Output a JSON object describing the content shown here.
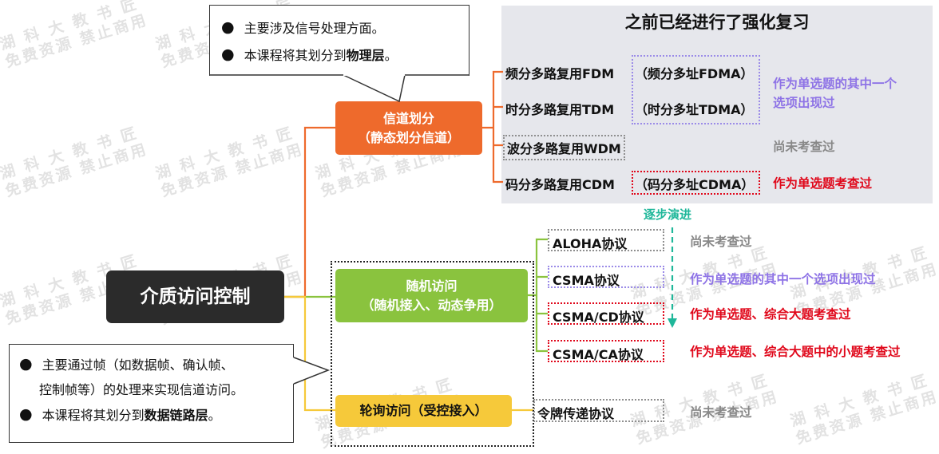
{
  "watermark": {
    "line1": "湖 科 大 教 书 匠",
    "line2": "免费资源 禁止商用"
  },
  "central": "介质访问控制",
  "top_callout": {
    "items": [
      {
        "text": "主要涉及信号处理方面。",
        "bold": ""
      },
      {
        "text": "本课程将其划分到",
        "bold": "物理层",
        "end": "。"
      }
    ]
  },
  "bottom_callout": {
    "items": [
      {
        "lines": [
          "主要通过帧（如数据帧、确认帧、",
          "控制帧等）的处理来实现信道访问。"
        ]
      },
      {
        "text": "本课程将其划分到",
        "bold": "数据链路层",
        "end": "。"
      }
    ]
  },
  "panel_title": "之前已经进行了强化复习",
  "channel": {
    "label1": "信道划分",
    "label2": "（静态划分信道）",
    "items": [
      {
        "main": "频分多路复用FDM",
        "paren": "（频分多址FDMA）"
      },
      {
        "main": "时分多路复用TDM",
        "paren": "（时分多址TDMA）"
      },
      {
        "main": "波分多路复用WDM",
        "paren": ""
      },
      {
        "main": "码分多路复用CDM",
        "paren": "（码分多址CDMA）"
      }
    ],
    "notes": [
      {
        "lines": [
          "作为单选题的其中一个",
          "选项出现过"
        ],
        "color": "#8e73e6"
      },
      {
        "lines": [
          "尚未考查过"
        ],
        "color": "#888888"
      },
      {
        "lines": [
          "作为单选题考查过"
        ],
        "color": "#e0081b"
      }
    ]
  },
  "random": {
    "label1": "随机访问",
    "label2": "（随机接入、动态争用）",
    "evolve": "逐步演进",
    "items": [
      {
        "name": "ALOHA协议",
        "note": "尚未考查过",
        "note_color": "#888888"
      },
      {
        "name": "CSMA协议",
        "note": "作为单选题的其中一个选项出现过",
        "note_color": "#8e73e6"
      },
      {
        "name": "CSMA/CD协议",
        "note": "作为单选题、综合大题考查过",
        "note_color": "#e0081b"
      },
      {
        "name": "CSMA/CA协议",
        "note": "作为单选题、综合大题中的小题考查过",
        "note_color": "#e0081b"
      }
    ]
  },
  "polling": {
    "label": "轮询访问（受控接入）",
    "item": "令牌传递协议",
    "note": "尚未考查过",
    "note_color": "#888888"
  },
  "colors": {
    "orange": "#ee6a2c",
    "green": "#8ac33e",
    "yellow": "#f6c93a",
    "central_bg": "#2b2b2b",
    "purple": "#8e73e6",
    "red": "#e0081b",
    "gray": "#888888",
    "teal": "#1fb79a"
  }
}
